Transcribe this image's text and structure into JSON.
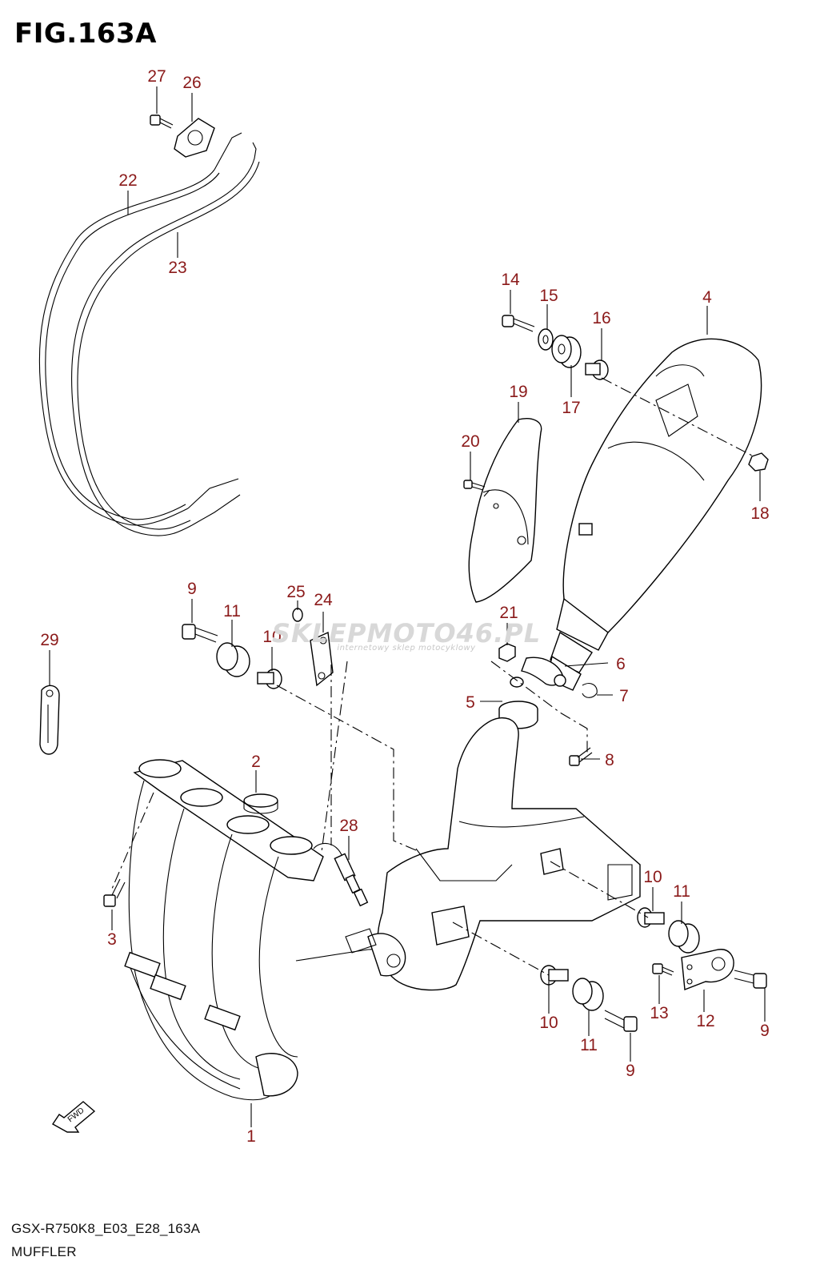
{
  "figure_title": "FIG.163A",
  "model_code": "GSX-R750K8_E03_E28_163A",
  "section_name": "MUFFLER",
  "watermark": {
    "brand": "SKLEPMOTO46.PL",
    "tagline": "internetowy sklep motocyklowy"
  },
  "fwd_label": "FWD",
  "colors": {
    "callout": "#8b1a1a",
    "line": "#000000",
    "watermark": "#d8d8d8"
  },
  "callouts": [
    {
      "id": "c27",
      "label": "27"
    },
    {
      "id": "c26",
      "label": "26"
    },
    {
      "id": "c22",
      "label": "22"
    },
    {
      "id": "c23",
      "label": "23"
    },
    {
      "id": "c14",
      "label": "14"
    },
    {
      "id": "c15",
      "label": "15"
    },
    {
      "id": "c16",
      "label": "16"
    },
    {
      "id": "c4",
      "label": "4"
    },
    {
      "id": "c17",
      "label": "17"
    },
    {
      "id": "c19",
      "label": "19"
    },
    {
      "id": "c20",
      "label": "20"
    },
    {
      "id": "c18",
      "label": "18"
    },
    {
      "id": "c9a",
      "label": "9"
    },
    {
      "id": "c11a",
      "label": "11"
    },
    {
      "id": "c25",
      "label": "25"
    },
    {
      "id": "c24",
      "label": "24"
    },
    {
      "id": "c10a",
      "label": "10"
    },
    {
      "id": "c21",
      "label": "21"
    },
    {
      "id": "c29",
      "label": "29"
    },
    {
      "id": "c6",
      "label": "6"
    },
    {
      "id": "c7",
      "label": "7"
    },
    {
      "id": "c5",
      "label": "5"
    },
    {
      "id": "c8",
      "label": "8"
    },
    {
      "id": "c2",
      "label": "2"
    },
    {
      "id": "c28",
      "label": "28"
    },
    {
      "id": "c3",
      "label": "3"
    },
    {
      "id": "c10b",
      "label": "10"
    },
    {
      "id": "c11b",
      "label": "11"
    },
    {
      "id": "c13",
      "label": "13"
    },
    {
      "id": "c12",
      "label": "12"
    },
    {
      "id": "c9b",
      "label": "9"
    },
    {
      "id": "c10c",
      "label": "10"
    },
    {
      "id": "c11c",
      "label": "11"
    },
    {
      "id": "c9c",
      "label": "9"
    },
    {
      "id": "c1",
      "label": "1"
    }
  ]
}
